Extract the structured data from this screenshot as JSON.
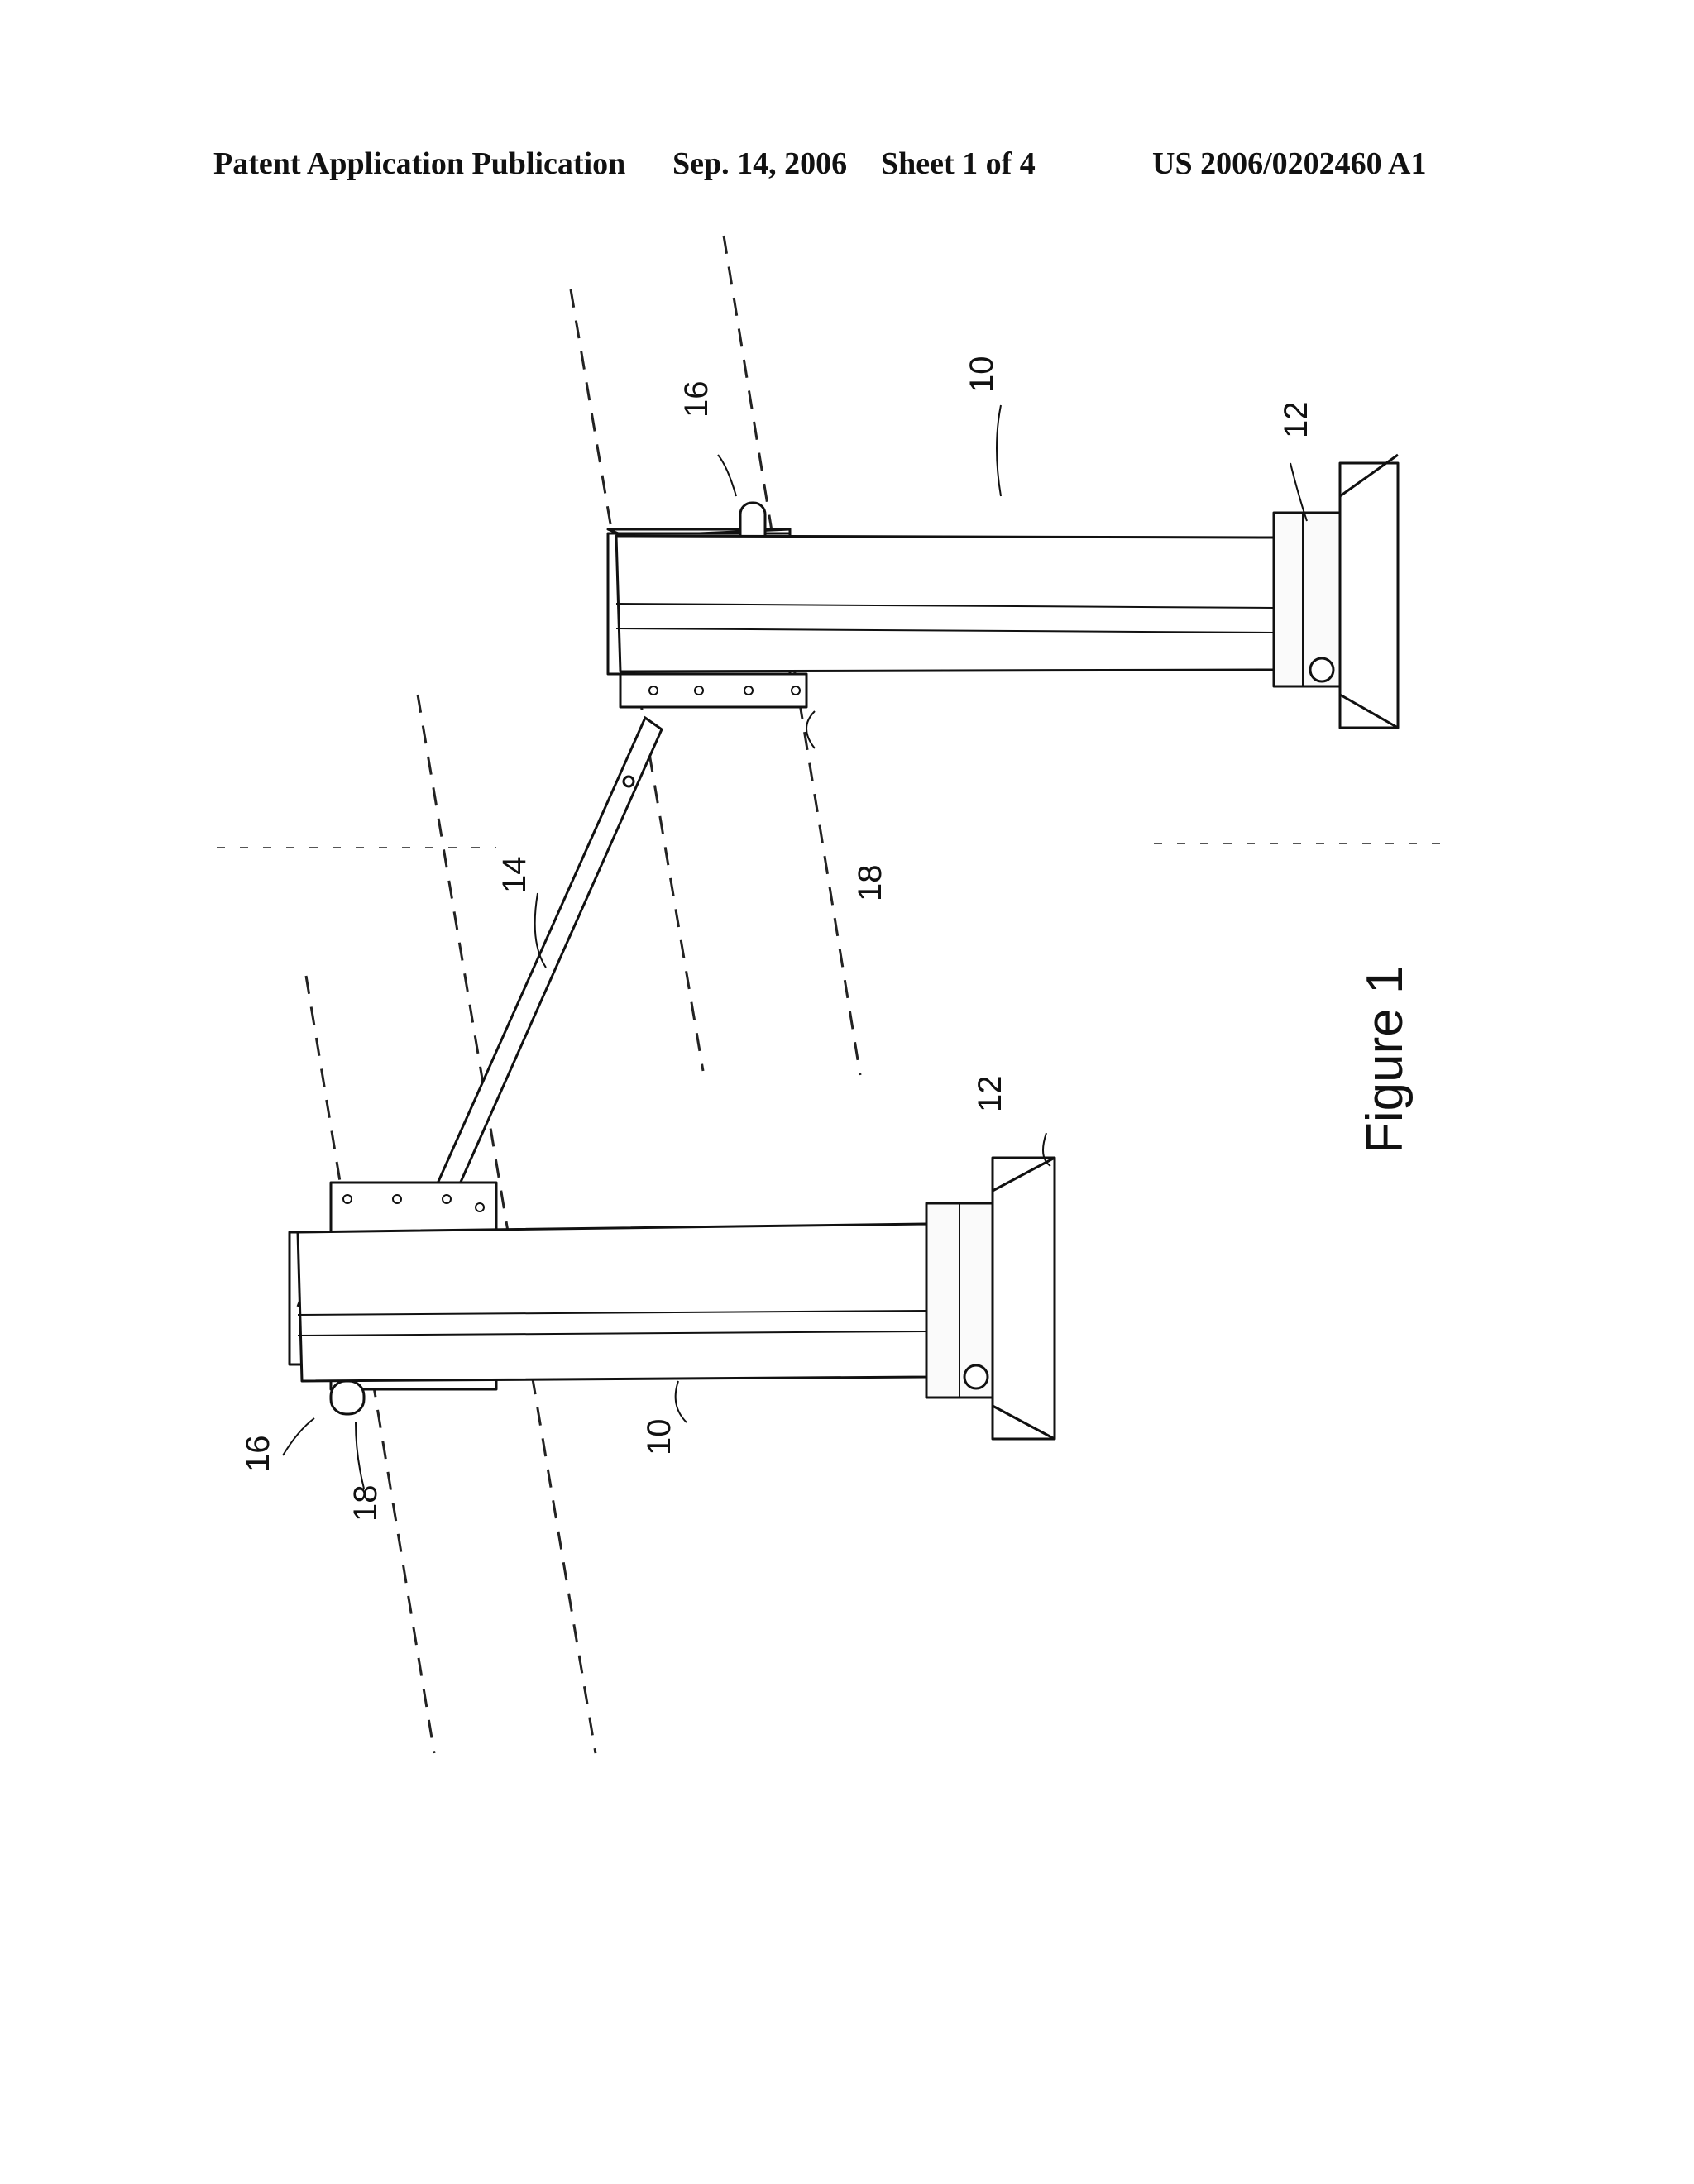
{
  "header": {
    "publication": "Patent Application Publication",
    "date": "Sep. 14, 2006",
    "sheet": "Sheet 1 of 4",
    "number": "US 2006/0202460 A1"
  },
  "figure": {
    "caption": "Figure 1",
    "refs": {
      "post_right": "10",
      "post_left": "10",
      "base_right": "12",
      "base_left": "12",
      "brace": "14",
      "pin_right": "16",
      "pin_left": "16",
      "bracket_right": "18",
      "bracket_left": "18"
    }
  }
}
